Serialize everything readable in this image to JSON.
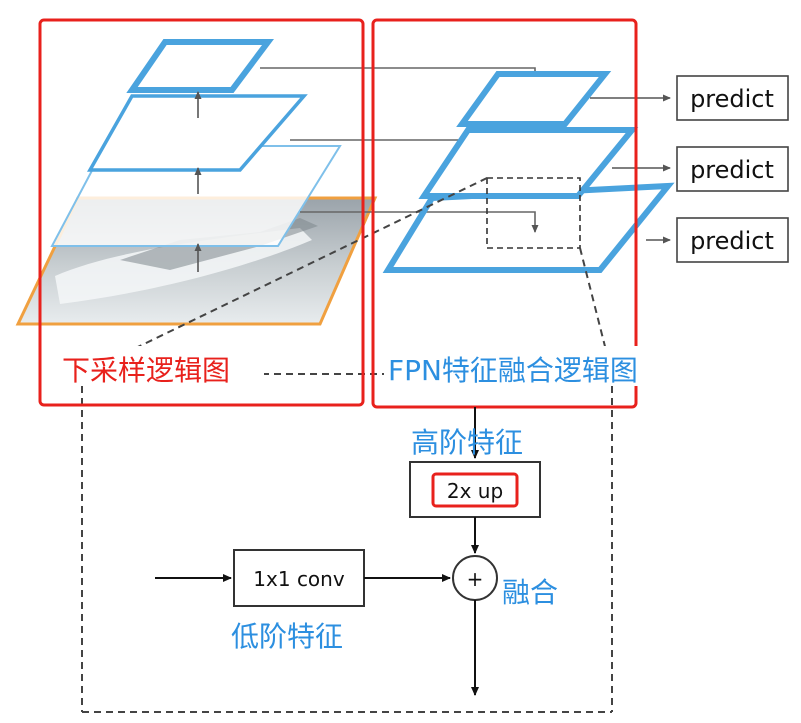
{
  "labels": {
    "predict_1": "predict",
    "predict_2": "predict",
    "predict_3": "predict",
    "upsample_op": "2x up",
    "conv_op": "1x1 conv",
    "plus_op": "+",
    "downsample_caption": "下采样逻辑图",
    "fpn_caption": "FPN特征融合逻辑图",
    "high_feature": "高阶特征",
    "low_feature": "低阶特征",
    "fusion": "融合"
  },
  "colors": {
    "highlight_red": "#e8211c",
    "accent_blue": "#2c8fe0",
    "layer_blue": "#4aa3de",
    "image_orange": "#f0a040",
    "line": "#555555"
  }
}
